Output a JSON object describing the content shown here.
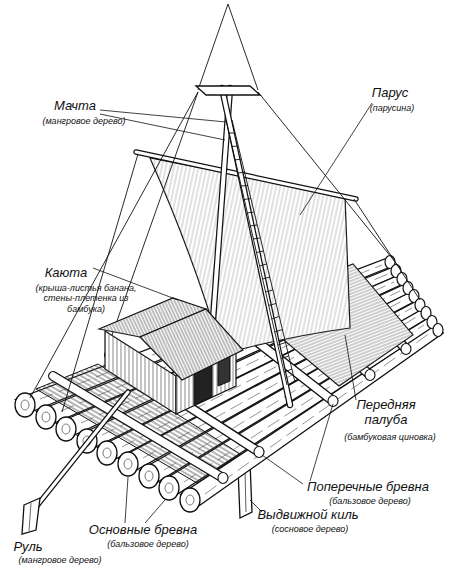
{
  "diagram": {
    "labels": [
      "Мачта",
      "(мангровое дерево)",
      "Парус",
      "(парусина)",
      "Каюта",
      "(крыша-листья банана, стены-плетенка из бамбука)",
      "Передняя палуба",
      "(бамбуковая циновка)",
      "Поперечные бревна",
      "(бальзовое дерево)",
      "Выдвижной киль",
      "(сосновое дерево)",
      "Основные бревна",
      "(бальзовое дерево)",
      "Руль",
      "(мангровое дерево)"
    ]
  }
}
